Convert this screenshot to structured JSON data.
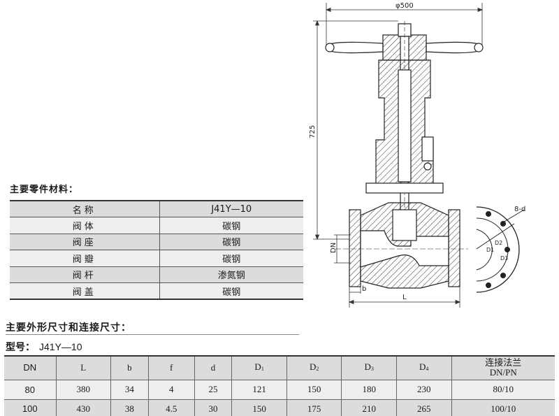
{
  "materials": {
    "title": "主要零件材料：",
    "header": {
      "part": "名称",
      "material": "J41Y—10"
    },
    "rows": [
      {
        "part": "阀体",
        "material": "碳钢"
      },
      {
        "part": "阀座",
        "material": "碳钢"
      },
      {
        "part": "阀瓣",
        "material": "碳钢"
      },
      {
        "part": "阀杆",
        "material": "渗氮钢"
      },
      {
        "part": "阀盖",
        "material": "碳钢"
      }
    ]
  },
  "dimensions": {
    "title": "主要外形尺寸和连接尺寸：",
    "model_label": "型号：",
    "model_value": "J41Y—10",
    "headers": {
      "dn": "DN",
      "l": "L",
      "b": "b",
      "f": "f",
      "d": "d",
      "d1": "D",
      "d1_sub": "1",
      "d2": "D",
      "d2_sub": "2",
      "d3": "D",
      "d3_sub": "3",
      "d4": "D",
      "d4_sub": "4",
      "flange_line1": "连接法兰",
      "flange_line2": "DN/PN"
    },
    "rows": [
      {
        "dn": "80",
        "l": "380",
        "b": "34",
        "f": "4",
        "d": "25",
        "d1": "121",
        "d2": "150",
        "d3": "180",
        "d4": "230",
        "flange": "80/10"
      },
      {
        "dn": "100",
        "l": "430",
        "b": "38",
        "f": "4.5",
        "d": "30",
        "d1": "150",
        "d2": "175",
        "d3": "210",
        "d4": "265",
        "flange": "100/10"
      }
    ]
  },
  "drawing": {
    "handwheel_dim": "φ500",
    "height_dim": "725",
    "dn_label": "DN",
    "b_label": "b",
    "l_label": "L",
    "bolt_label": "8-d",
    "d1_label": "D1",
    "d2_label": "D2",
    "d3_label": "D3"
  }
}
